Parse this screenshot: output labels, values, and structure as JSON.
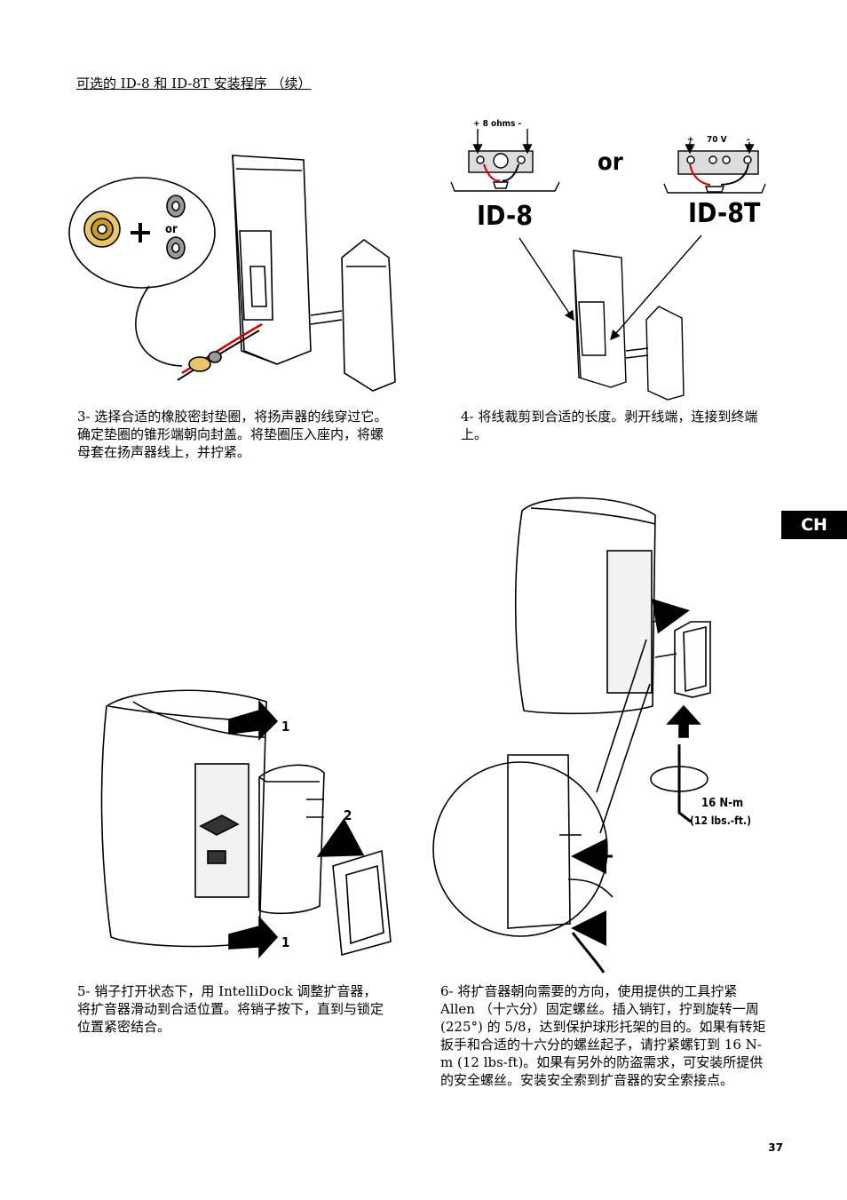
{
  "page": {
    "title": "可选的 ID-8 和 ID-8T 安装程序 （续）",
    "lang_tab": "CH",
    "page_number": "37"
  },
  "figures": {
    "fig3": {
      "or_label": "or"
    },
    "fig4": {
      "ohms_label": "+ 8 ohms -",
      "volt_plus": "+",
      "volt_label": "70 V",
      "volt_minus": "-",
      "or_label": "or",
      "id8_label": "ID-8",
      "id8t_label": "ID-8T"
    },
    "fig5": {
      "arrow_1_top": "1",
      "arrow_2": "2",
      "arrow_1_bottom": "1"
    },
    "fig6": {
      "torque_label": "16 N-m",
      "torque_imperial": "(12 lbs.-ft.)"
    }
  },
  "steps": [
    {
      "text": "3- 选择合适的橡胶密封垫圈，将扬声器的线穿过它。确定垫圈的锥形端朝向封盖。将垫圈压入座内，将螺母套在扬声器线上，并拧紧。"
    },
    {
      "text": "4- 将线裁剪到合适的长度。剥开线端，连接到终端上。"
    },
    {
      "text": "5- 销子打开状态下，用 IntelliDock 调整扩音器，将扩音器滑动到合适位置。将销子按下，直到与锁定位置紧密结合。"
    },
    {
      "text": "6- 将扩音器朝向需要的方向，使用提供的工具拧紧 Allen （十六分）固定螺丝。插入销钉，拧到旋转一周 (225°) 的 5/8，达到保护球形托架的目的。如果有转矩扳手和合适的十六分的螺丝起子，请拧紧螺钉到 16 N-m (12 lbs-ft)。如果有另外的防盗需求，可安装所提供的安全螺丝。安装安全索到扩音器的安全索接点。"
    }
  ]
}
